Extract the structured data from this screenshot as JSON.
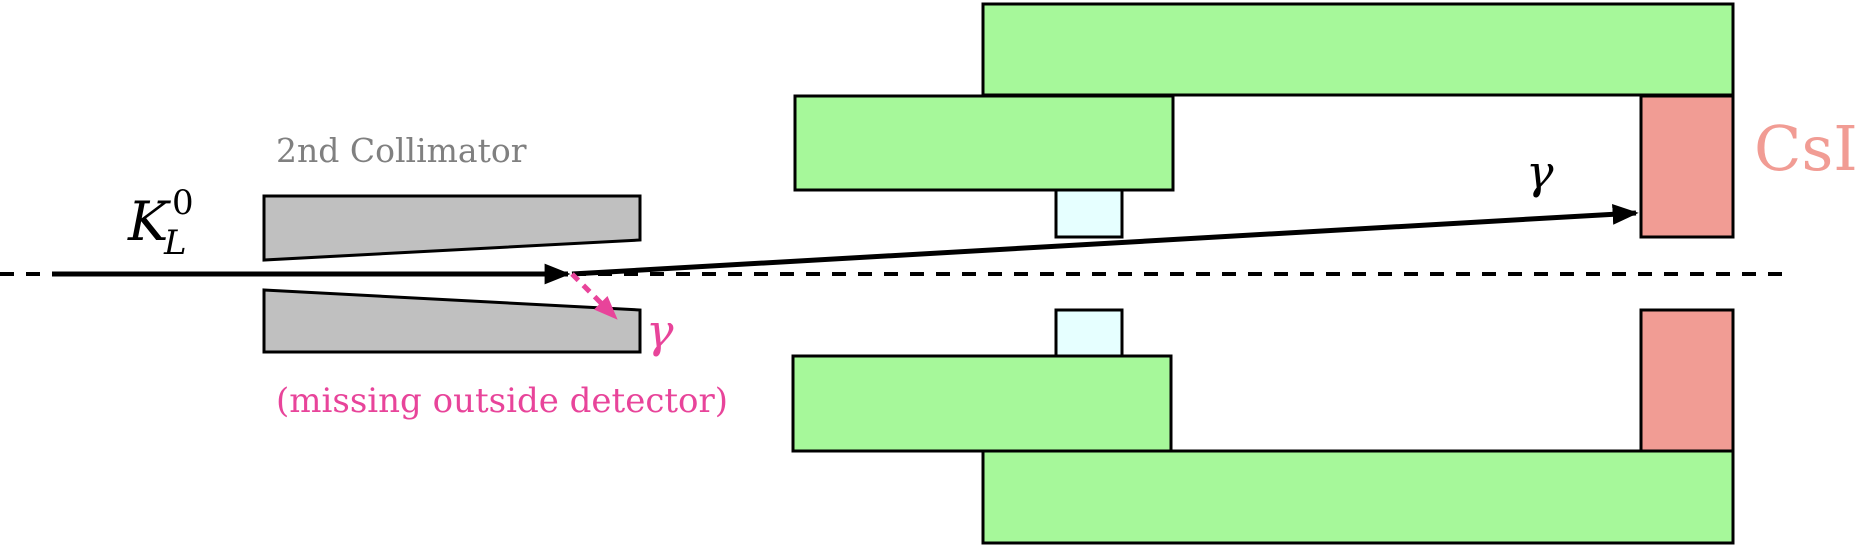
{
  "labels": {
    "collimator": "2nd Collimator",
    "kaon_main": "K",
    "kaon_sub": "L",
    "kaon_sup": "0",
    "gamma_detected": "γ",
    "gamma_missing": "γ",
    "missing_note": "(missing outside detector)",
    "csi": "CsI"
  },
  "colors": {
    "collimator_fill": "#c0c0c0",
    "collimator_label": "#808080",
    "veto_green": "#a6f89a",
    "inner_cyan": "#e6ffff",
    "csi_fill": "#f19c94",
    "csi_label": "#f19c94",
    "missing_magenta": "#e8449a",
    "beamline": "#000000"
  }
}
